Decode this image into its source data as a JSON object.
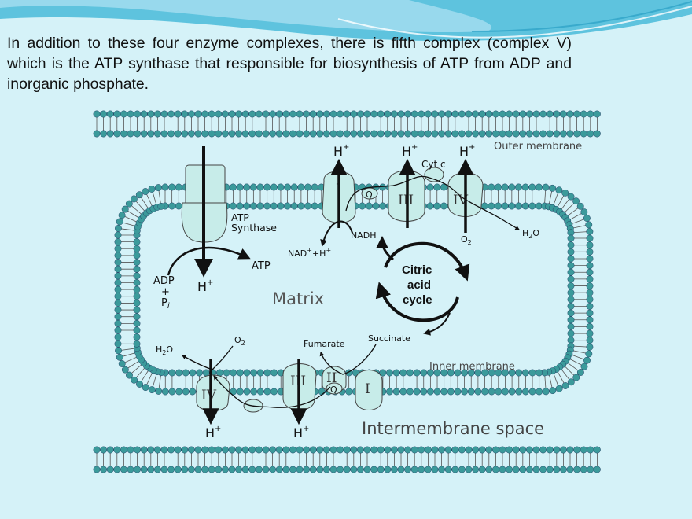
{
  "caption": "In addition to these four enzyme complexes, there is fifth complex (complex V) which is the ATP synthase that responsible for biosynthesis of ATP from ADP and inorganic phosphate.",
  "colors": {
    "background": "#d5f2f8",
    "swoosh": "#3fb6d6",
    "lipid_head": "#3b9a9b",
    "protein_fill": "#c7ece9",
    "protein_stroke": "#444444"
  },
  "diagram": {
    "outer_membrane": "Outer membrane",
    "inner_membrane": "Inner membrane",
    "matrix": "Matrix",
    "intermembrane_space": "Intermembrane space",
    "atp_synthase": "ATP\nSynthase",
    "atp_synthase_line1": "ATP",
    "atp_synthase_line2": "Synthase",
    "atp": "ATP",
    "adp": "ADP",
    "plus": "+",
    "pi": "P",
    "pi_sub": "i",
    "h_plus": "H",
    "plus_sup": "+",
    "nadh": "NADH",
    "nad_plus_h": "NAD",
    "nad_tail": "+H",
    "cyt_c": "Cyt c",
    "o2": "O",
    "two": "2",
    "h2o_h": "H",
    "h2o_o": "O",
    "citric_line1": "Citric",
    "citric_line2": "acid",
    "citric_line3": "cycle",
    "succinate": "Succinate",
    "fumarate": "Fumarate",
    "complex_I": "I",
    "complex_II": "II",
    "complex_III": "III",
    "complex_IV": "IV",
    "q": "Q"
  }
}
